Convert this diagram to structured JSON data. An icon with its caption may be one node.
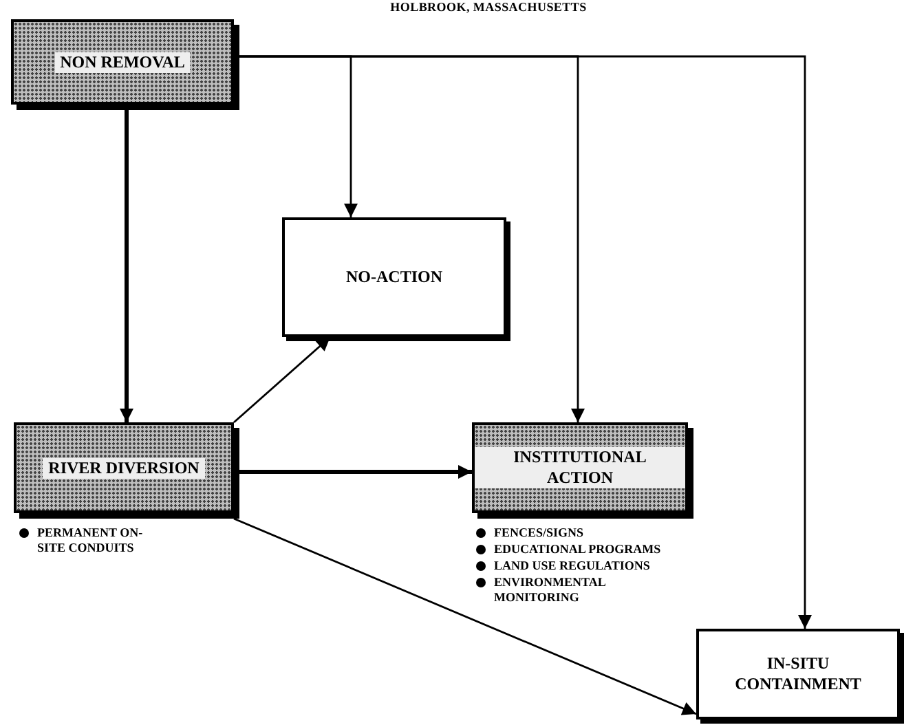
{
  "diagram": {
    "title": "HOLBROOK, MASSACHUSETTS",
    "nodes": [
      {
        "text": [
          "NON REMOVAL"
        ]
      },
      {
        "text": [
          "NO-ACTION"
        ]
      },
      {
        "text": [
          "RIVER DIVERSION"
        ],
        "beside": [
          "PERMANENT ON-SITE CONDUITS"
        ]
      },
      {
        "text": [
          "INSTITUTIONAL ACTION"
        ],
        "beside": [
          "FENCES/SIGNS",
          "EDUCATIONAL PROGRAMS",
          "LAND USE REGULATIONS",
          "ENVIRONMENTAL MONITORING"
        ]
      },
      {
        "text": [
          "IN-SITU CONTAINMENT"
        ]
      }
    ],
    "edges": [
      {
        "from": 0,
        "to": 2,
        "arrow": "to",
        "style": "thick"
      },
      {
        "from": 0,
        "to": 1,
        "arrow": "to"
      },
      {
        "from": 0,
        "to": 3,
        "arrow": "to"
      },
      {
        "from": 0,
        "to": 4,
        "arrow": "to"
      },
      {
        "from": 2,
        "to": 1,
        "arrow": "to"
      },
      {
        "from": 2,
        "to": 3,
        "arrow": "to",
        "style": "thick"
      },
      {
        "from": 2,
        "to": 4,
        "arrow": "to"
      }
    ]
  }
}
